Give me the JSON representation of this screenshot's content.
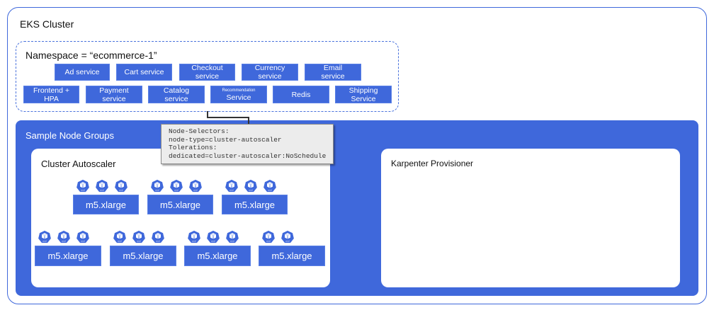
{
  "cluster": {
    "title": "EKS Cluster"
  },
  "namespace": {
    "title": "Namespace = “ecommerce-1”",
    "row1": [
      {
        "lines": [
          "Ad service"
        ]
      },
      {
        "lines": [
          "Cart service"
        ]
      },
      {
        "lines": [
          "Checkout",
          "service"
        ]
      },
      {
        "lines": [
          "Currency",
          "service"
        ]
      },
      {
        "lines": [
          "Email",
          "service"
        ]
      }
    ],
    "row2": [
      {
        "lines": [
          "Frontend +",
          "HPA"
        ]
      },
      {
        "lines": [
          "Payment",
          "service"
        ]
      },
      {
        "lines": [
          "Catalog",
          "service"
        ]
      },
      {
        "lines": [
          "Recommendation",
          "Service"
        ]
      },
      {
        "lines": [
          "Redis"
        ]
      },
      {
        "lines": [
          "Shipping",
          "Service"
        ]
      }
    ]
  },
  "tooltip": {
    "lines": [
      "Node-Selectors:",
      "node-type=cluster-autoscaler",
      "Tolerations:",
      "dedicated=cluster-autoscaler:NoSchedule"
    ]
  },
  "node_groups": {
    "title": "Sample Node Groups",
    "cluster_autoscaler": {
      "title": "Cluster Autoscaler",
      "nodes": [
        {
          "label": "m5.xlarge",
          "pods": 3
        },
        {
          "label": "m5.xlarge",
          "pods": 3
        },
        {
          "label": "m5.xlarge",
          "pods": 3
        },
        {
          "label": "m5.xlarge",
          "pods": 3
        },
        {
          "label": "m5.xlarge",
          "pods": 3
        },
        {
          "label": "m5.xlarge",
          "pods": 3
        },
        {
          "label": "m5.xlarge",
          "pods": 2
        }
      ]
    },
    "karpenter": {
      "title": "Karpenter Provisioner"
    }
  },
  "pod_icon": {
    "name": "pod-icon",
    "label": "pod"
  },
  "colors": {
    "accent": "#3f68db",
    "tooltip_bg": "#ececec"
  }
}
